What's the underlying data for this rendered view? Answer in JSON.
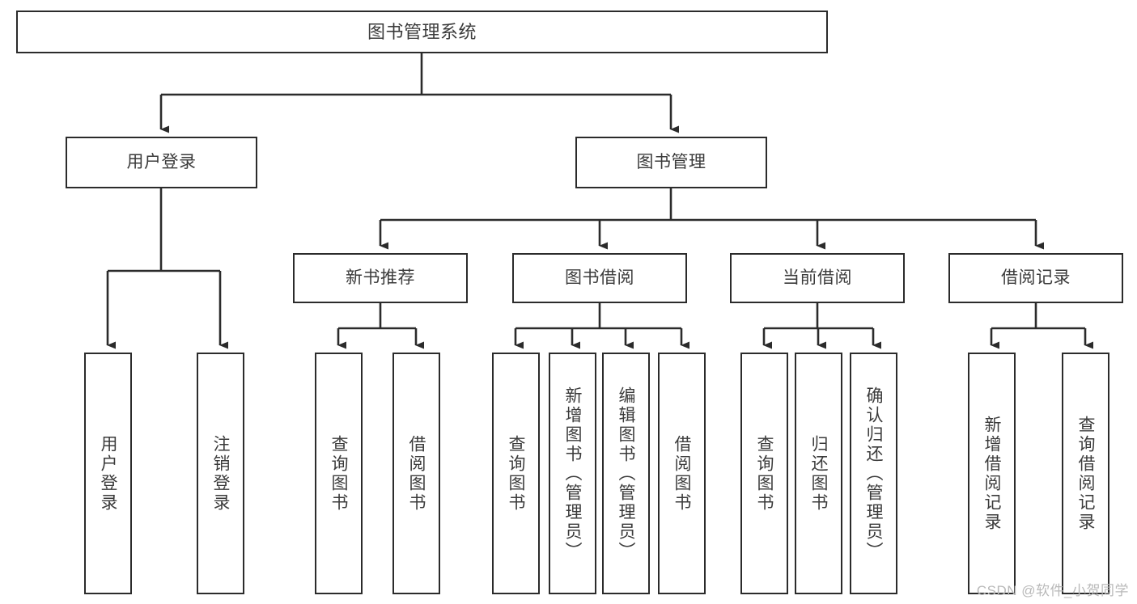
{
  "diagram": {
    "type": "tree-hierarchy",
    "title": "图书管理系统",
    "orientation": "top-down",
    "colors": {
      "box_border": "#2b2b2b",
      "box_fill": "#ffffff",
      "text": "#3b3b3b",
      "edge": "#2b2b2b",
      "watermark": "#b9b9b9",
      "background": "#ffffff"
    }
  },
  "nodes": {
    "root": {
      "label": "图书管理系统"
    },
    "level2": [
      {
        "id": "user-login",
        "label": "用户登录"
      },
      {
        "id": "book-management",
        "label": "图书管理"
      }
    ],
    "level3": [
      {
        "id": "new-book-recommend",
        "label": "新书推荐"
      },
      {
        "id": "book-borrow",
        "label": "图书借阅"
      },
      {
        "id": "current-borrow",
        "label": "当前借阅"
      },
      {
        "id": "borrow-record",
        "label": "借阅记录"
      }
    ],
    "leaves": {
      "user_login": [
        {
          "id": "leaf-user-login",
          "label": "用户登录"
        },
        {
          "id": "leaf-user-logout",
          "label": "注销登录"
        }
      ],
      "new_book_recommend": [
        {
          "id": "leaf-query-book-1",
          "label": "查询图书"
        },
        {
          "id": "leaf-borrow-book-1",
          "label": "借阅图书"
        }
      ],
      "book_borrow": [
        {
          "id": "leaf-query-book-2",
          "label": "查询图书"
        },
        {
          "id": "leaf-add-book",
          "label": "新增图书（管理员）"
        },
        {
          "id": "leaf-edit-book",
          "label": "编辑图书（管理员）"
        },
        {
          "id": "leaf-borrow-book-2",
          "label": "借阅图书"
        }
      ],
      "current_borrow": [
        {
          "id": "leaf-query-book-3",
          "label": "查询图书"
        },
        {
          "id": "leaf-return-book",
          "label": "归还图书"
        },
        {
          "id": "leaf-confirm-return",
          "label": "确认归还（管理员）"
        }
      ],
      "borrow_record": [
        {
          "id": "leaf-add-record",
          "label": "新增借阅记录"
        },
        {
          "id": "leaf-query-record",
          "label": "查询借阅记录"
        }
      ]
    }
  },
  "watermark": {
    "text": "CSDN @软件_小贺同学"
  }
}
